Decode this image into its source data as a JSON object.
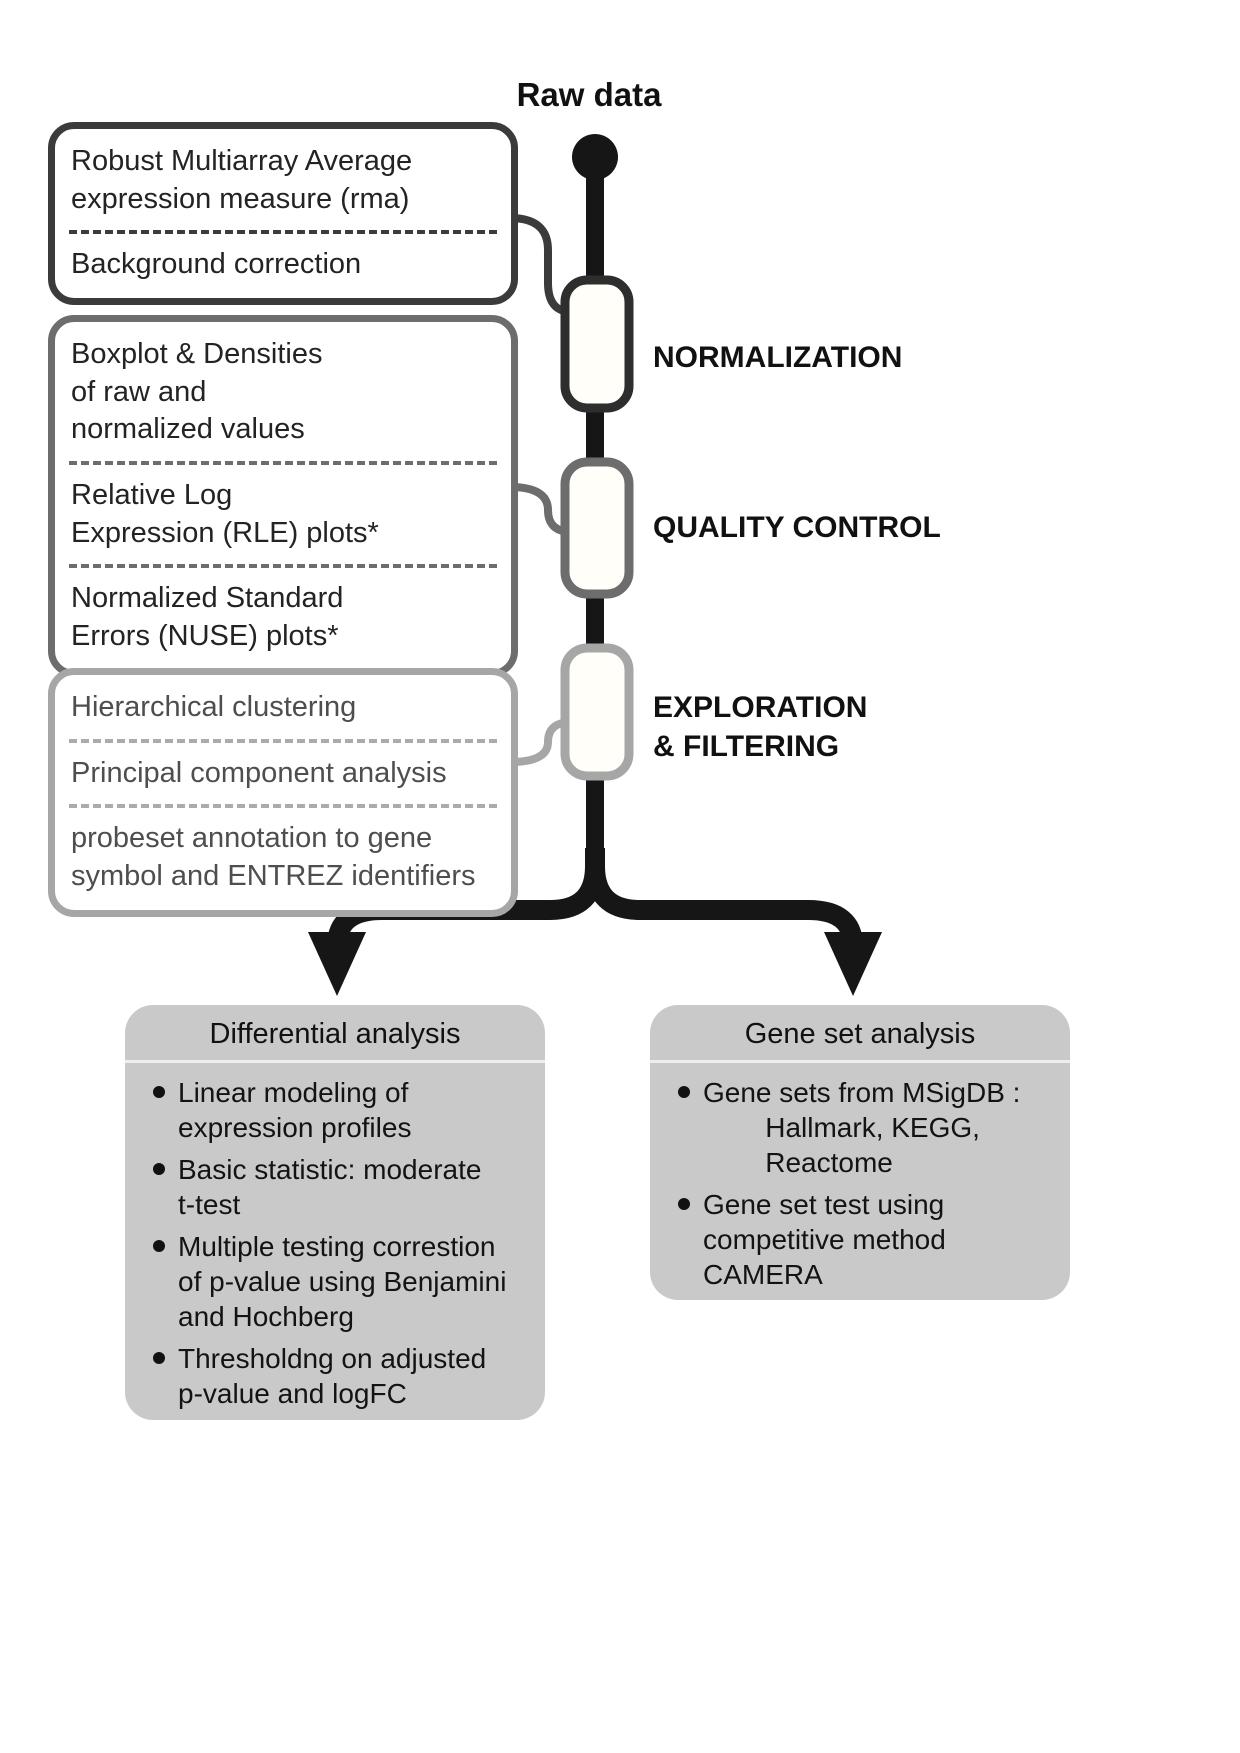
{
  "header": {
    "raw_data_label": "Raw data"
  },
  "pipeline": {
    "stages": [
      {
        "label": "NORMALIZATION",
        "items": [
          "Robust Multiarray Average\nexpression measure (rma)",
          "Background correction"
        ]
      },
      {
        "label": "QUALITY CONTROL",
        "items": [
          "Boxplot & Densities\nof raw and\nnormalized values",
          "Relative Log\nExpression (RLE) plots*",
          "Normalized Standard\nErrors (NUSE) plots*"
        ]
      },
      {
        "label": "EXPLORATION\n& FILTERING",
        "items": [
          "Hierarchical clustering",
          "Principal component analysis",
          "probeset annotation to gene\nsymbol and ENTREZ identifiers"
        ]
      }
    ]
  },
  "analyses": [
    {
      "title": "Differential analysis",
      "bullets": [
        "Linear modeling of\nexpression profiles",
        "Basic statistic: moderate\nt-test",
        "Multiple testing correstion\nof p-value using Benjamini\nand Hochberg",
        "Thresholdng on adjusted\np-value and logFC"
      ]
    },
    {
      "title": "Gene set analysis",
      "bullets": [
        "Gene sets from MSigDB :\n        Hallmark, KEGG,\n        Reactome",
        "Gene set test using\ncompetitive method\nCAMERA"
      ]
    }
  ],
  "colors": {
    "flow_line": "#161616",
    "stage1_accent": "#3b3b3b",
    "stage2_accent": "#6d6d6d",
    "stage3_accent": "#a6a6a6",
    "card_fill": "#c9c9c9"
  }
}
